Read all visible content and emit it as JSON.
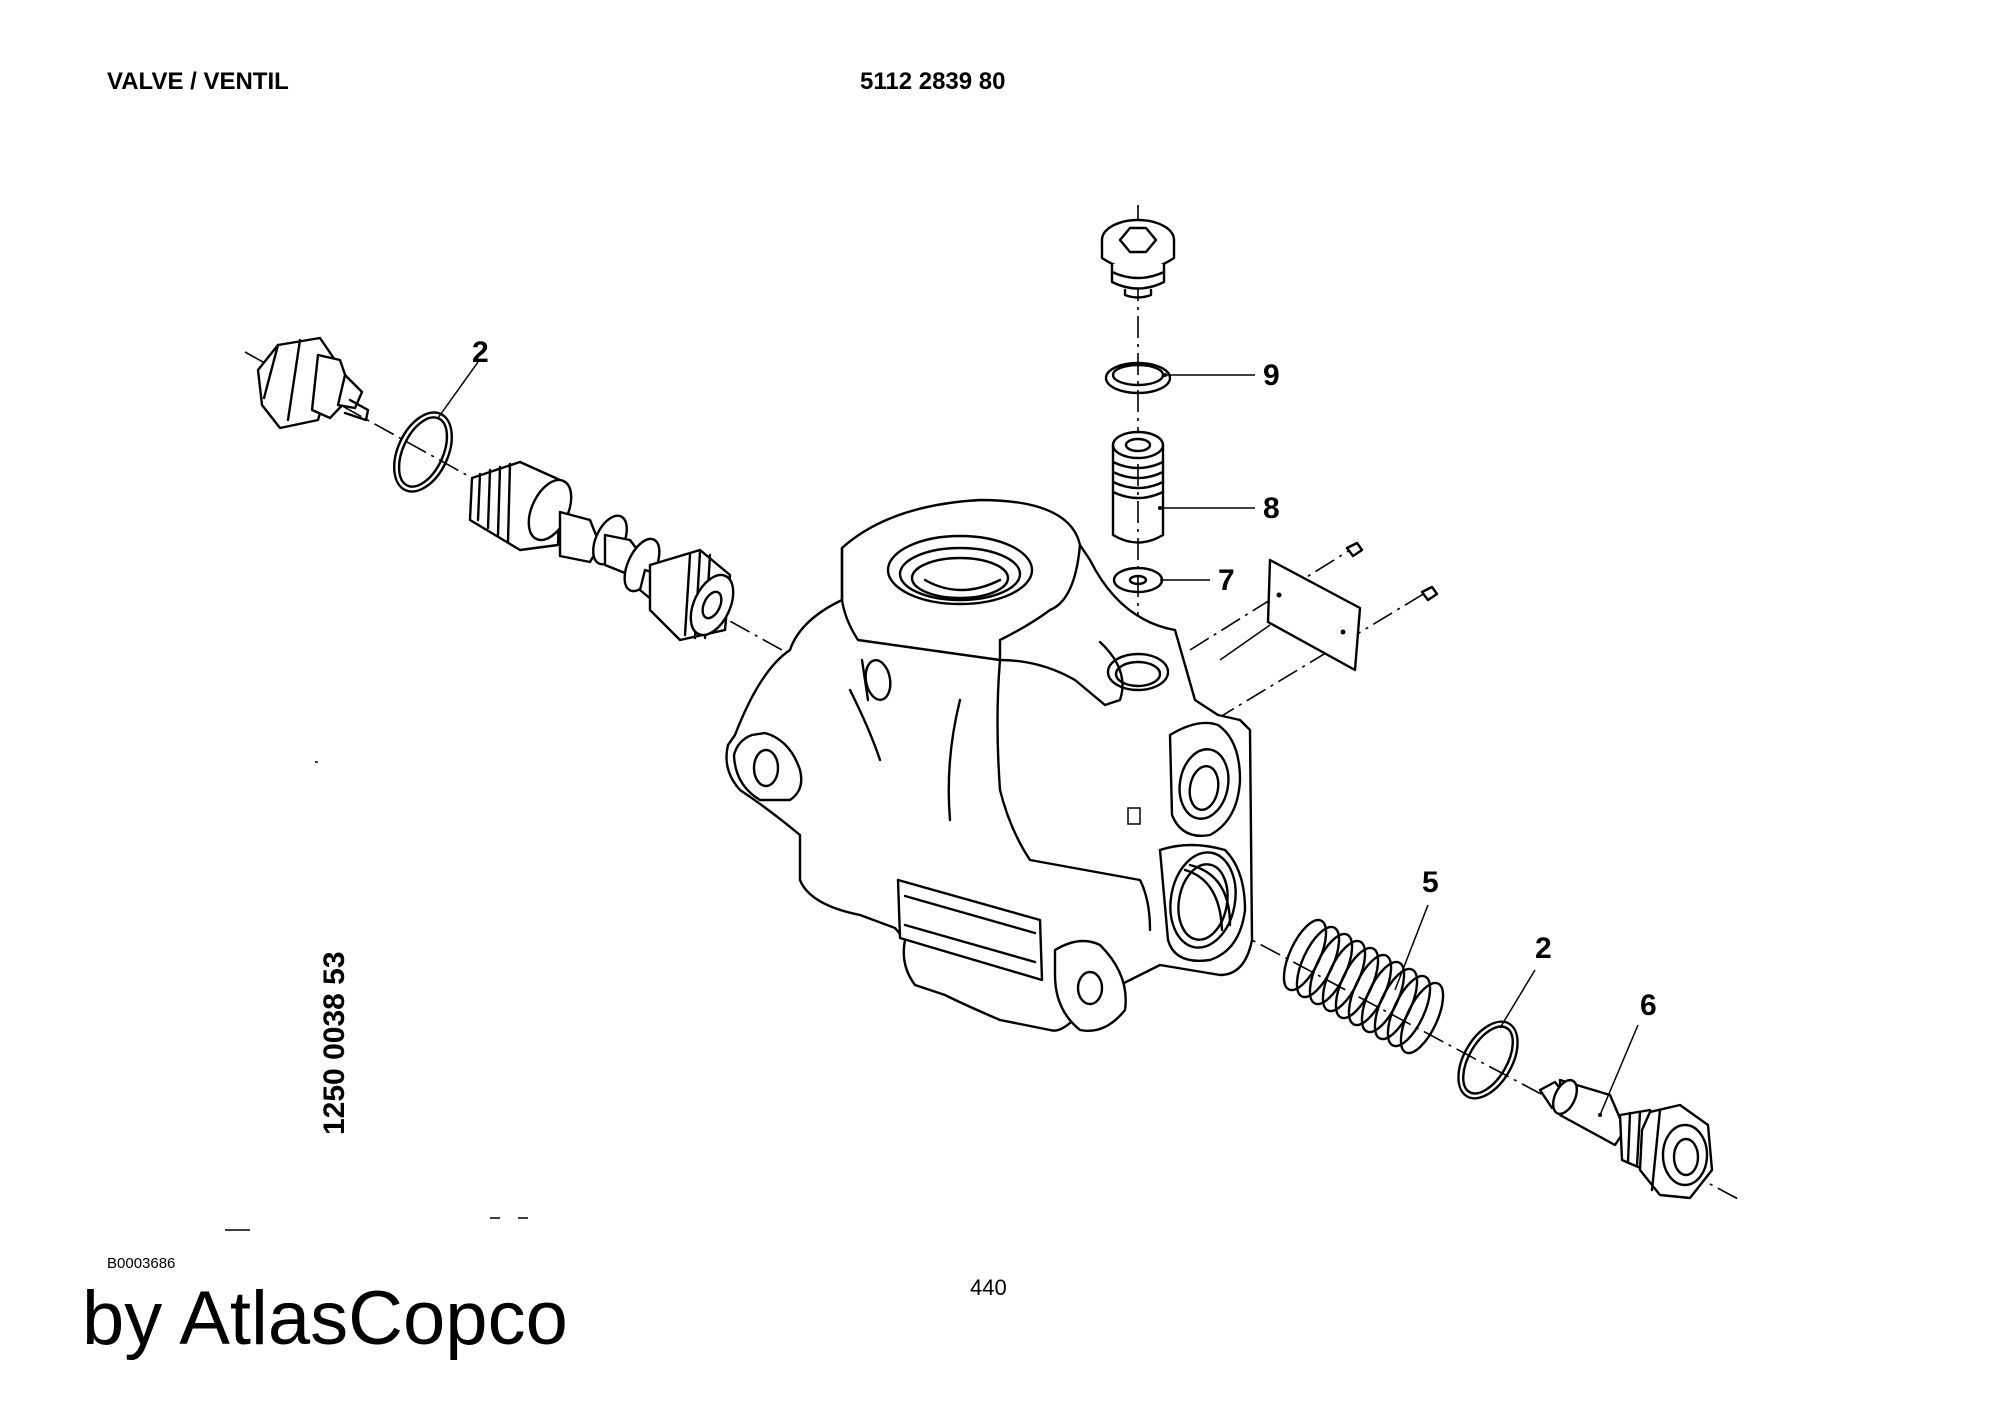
{
  "header": {
    "title": "VALVE / VENTIL",
    "part_number": "5112 2839 80"
  },
  "drawing": {
    "vertical_code": "1250 0038 53",
    "callouts": {
      "c2a": "2",
      "c9": "9",
      "c8": "8",
      "c7": "7",
      "c5": "5",
      "c2b": "2",
      "c6": "6"
    }
  },
  "footer": {
    "figure_code": "B0003686",
    "page_number": "440",
    "brand": "by AtlasCopco"
  }
}
